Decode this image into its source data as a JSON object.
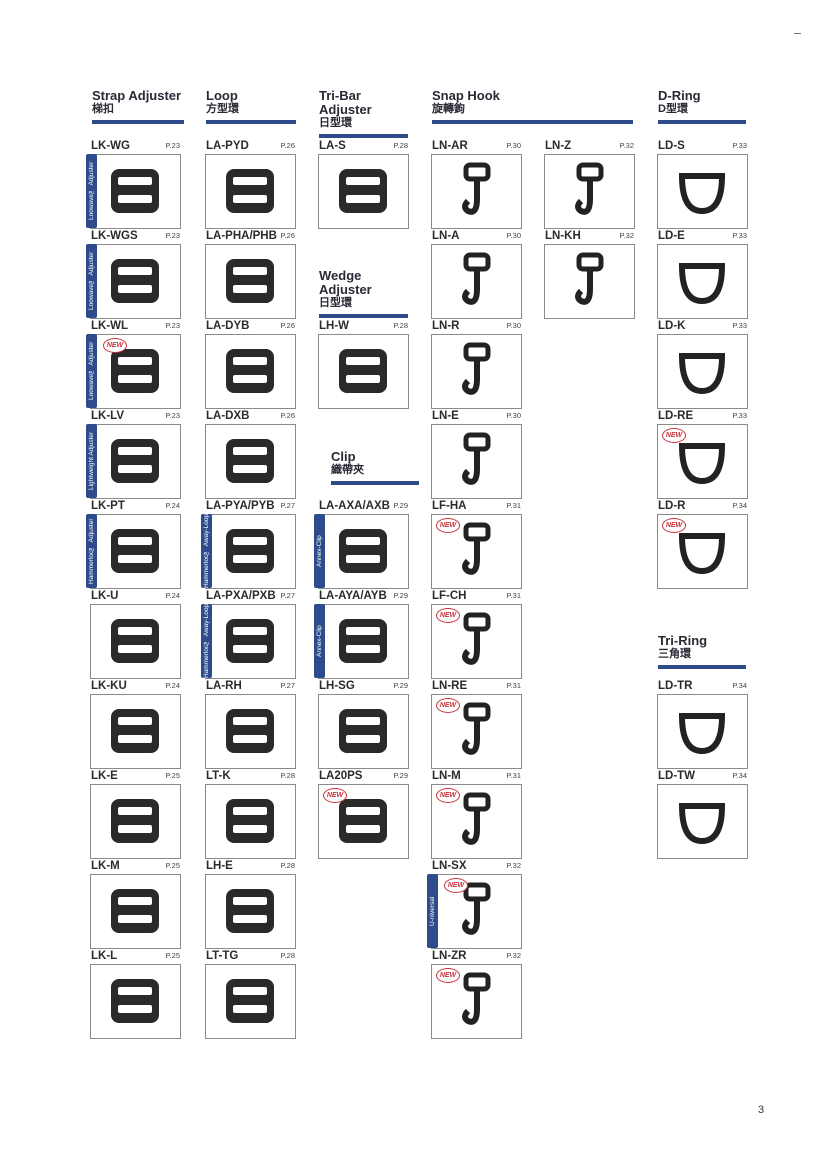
{
  "page_number": "3",
  "new_badge": "NEW",
  "sections": [
    {
      "id": "strap-adjuster",
      "title": "Strap Adjuster",
      "subtitle": "梯扣"
    },
    {
      "id": "loop",
      "title": "Loop",
      "subtitle": "方型環"
    },
    {
      "id": "tri-bar-adjuster",
      "title": "Tri-Bar Adjuster",
      "subtitle": "日型環"
    },
    {
      "id": "wedge-adjuster",
      "title": "Wedge Adjuster",
      "subtitle": "日型環"
    },
    {
      "id": "clip",
      "title": "Clip",
      "subtitle": "織帶夾"
    },
    {
      "id": "snap-hook",
      "title": "Snap Hook",
      "subtitle": "旋轉鉤"
    },
    {
      "id": "d-ring",
      "title": "D-Ring",
      "subtitle": "D型環"
    },
    {
      "id": "tri-ring",
      "title": "Tri-Ring",
      "subtitle": "三角環"
    }
  ],
  "products": [
    {
      "code": "LK-WG",
      "page": "P.23",
      "tab": "Loowave™ Adjuster",
      "new": false
    },
    {
      "code": "LK-WGS",
      "page": "P.23",
      "tab": "Loowave™ Adjuster",
      "new": false
    },
    {
      "code": "LK-WL",
      "page": "P.23",
      "tab": "Loowave™ Adjuster",
      "new": true
    },
    {
      "code": "LK-LV",
      "page": "P.23",
      "tab": "Lightweight Adjuster",
      "new": false
    },
    {
      "code": "LK-PT",
      "page": "P.24",
      "tab": "Hammerloc™ Adjuster",
      "new": false
    },
    {
      "code": "LK-U",
      "page": "P.24",
      "tab": "",
      "new": false
    },
    {
      "code": "LK-KU",
      "page": "P.24",
      "tab": "",
      "new": false
    },
    {
      "code": "LK-E",
      "page": "P.25",
      "tab": "",
      "new": false
    },
    {
      "code": "LK-M",
      "page": "P.25",
      "tab": "",
      "new": false
    },
    {
      "code": "LK-L",
      "page": "P.25",
      "tab": "",
      "new": false
    },
    {
      "code": "LA-PYD",
      "page": "P.26",
      "tab": "",
      "new": false
    },
    {
      "code": "LA-PHA/PHB",
      "page": "P.26",
      "tab": "",
      "new": false
    },
    {
      "code": "LA-DYB",
      "page": "P.26",
      "tab": "",
      "new": false
    },
    {
      "code": "LA-DXB",
      "page": "P.26",
      "tab": "",
      "new": false
    },
    {
      "code": "LA-PYA/PYB",
      "page": "P.27",
      "tab": "Hammerloc™ Away-Loop",
      "new": false
    },
    {
      "code": "LA-PXA/PXB",
      "page": "P.27",
      "tab": "Hammerloc™ Away-Loop",
      "new": false
    },
    {
      "code": "LA-RH",
      "page": "P.27",
      "tab": "",
      "new": false
    },
    {
      "code": "LT-K",
      "page": "P.28",
      "tab": "",
      "new": false
    },
    {
      "code": "LH-E",
      "page": "P.28",
      "tab": "",
      "new": false
    },
    {
      "code": "LT-TG",
      "page": "P.28",
      "tab": "",
      "new": false
    },
    {
      "code": "LA-S",
      "page": "P.28",
      "tab": "",
      "new": false
    },
    {
      "code": "LH-W",
      "page": "P.28",
      "tab": "",
      "new": false
    },
    {
      "code": "LA-AXA/AXB",
      "page": "P.29",
      "tab": "Annex-Clip",
      "new": false
    },
    {
      "code": "LA-AYA/AYB",
      "page": "P.29",
      "tab": "Annex-Clip",
      "new": false
    },
    {
      "code": "LH-SG",
      "page": "P.29",
      "tab": "",
      "new": false
    },
    {
      "code": "LA20PS",
      "page": "P.29",
      "tab": "",
      "new": true
    },
    {
      "code": "LN-AR",
      "page": "P.30",
      "tab": "",
      "new": false
    },
    {
      "code": "LN-A",
      "page": "P.30",
      "tab": "",
      "new": false
    },
    {
      "code": "LN-R",
      "page": "P.30",
      "tab": "",
      "new": false
    },
    {
      "code": "LN-E",
      "page": "P.30",
      "tab": "",
      "new": false
    },
    {
      "code": "LF-HA",
      "page": "P.31",
      "tab": "",
      "new": true
    },
    {
      "code": "LF-CH",
      "page": "P.31",
      "tab": "",
      "new": true
    },
    {
      "code": "LN-RE",
      "page": "P.31",
      "tab": "",
      "new": true
    },
    {
      "code": "LN-M",
      "page": "P.31",
      "tab": "",
      "new": true
    },
    {
      "code": "LN-SX",
      "page": "P.32",
      "tab": "U-niversal",
      "new": true
    },
    {
      "code": "LN-ZR",
      "page": "P.32",
      "tab": "",
      "new": true
    },
    {
      "code": "LN-Z",
      "page": "P.32",
      "tab": "",
      "new": false
    },
    {
      "code": "LN-KH",
      "page": "P.32",
      "tab": "",
      "new": false
    },
    {
      "code": "LD-S",
      "page": "P.33",
      "tab": "",
      "new": false
    },
    {
      "code": "LD-E",
      "page": "P.33",
      "tab": "",
      "new": false
    },
    {
      "code": "LD-K",
      "page": "P.33",
      "tab": "",
      "new": false
    },
    {
      "code": "LD-RE",
      "page": "P.33",
      "tab": "",
      "new": true
    },
    {
      "code": "LD-R",
      "page": "P.34",
      "tab": "",
      "new": true
    },
    {
      "code": "LD-TR",
      "page": "P.34",
      "tab": "",
      "new": false
    },
    {
      "code": "LD-TW",
      "page": "P.34",
      "tab": "",
      "new": false
    }
  ],
  "colors": {
    "accent_bar": "#2e4b8c",
    "new_badge": "#c8333b"
  }
}
